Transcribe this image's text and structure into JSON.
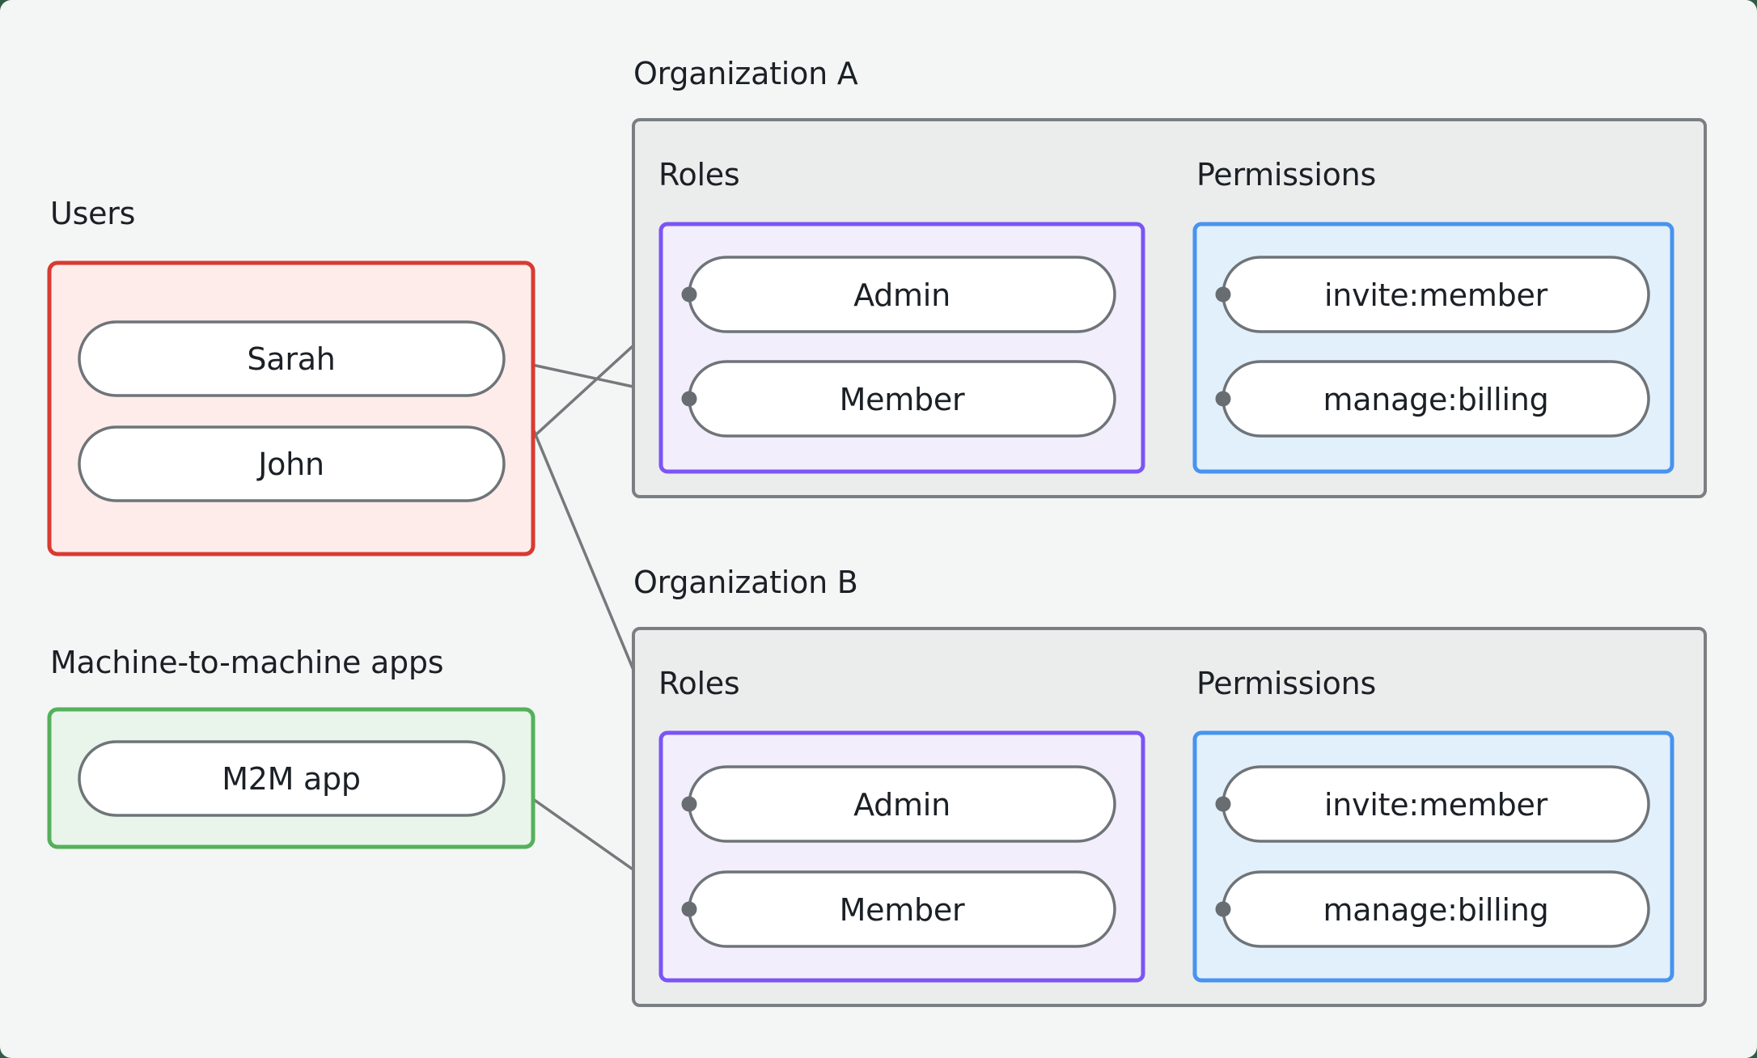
{
  "page": {
    "background_color": "#2f5d44",
    "card_background_color": "#f4f6f5",
    "text_color": "#1b2026"
  },
  "users_group": {
    "label": "Users",
    "border_color": "#d93a31",
    "fill_color": "#fdecea",
    "items": [
      {
        "name": "Sarah"
      },
      {
        "name": "John"
      }
    ]
  },
  "m2m_group": {
    "label": "Machine-to-machine apps",
    "border_color": "#55b05c",
    "fill_color": "#e9f5ea",
    "items": [
      {
        "name": "M2M app"
      }
    ]
  },
  "organizations": [
    {
      "title": "Organization A",
      "roles_label": "Roles",
      "permissions_label": "Permissions",
      "roles": [
        {
          "name": "Admin"
        },
        {
          "name": "Member"
        }
      ],
      "permissions": [
        {
          "name": "invite:member"
        },
        {
          "name": "manage:billing"
        }
      ]
    },
    {
      "title": "Organization B",
      "roles_label": "Roles",
      "permissions_label": "Permissions",
      "roles": [
        {
          "name": "Admin"
        },
        {
          "name": "Member"
        }
      ],
      "permissions": [
        {
          "name": "invite:member"
        },
        {
          "name": "manage:billing"
        }
      ]
    }
  ],
  "styles": {
    "org_box_border": "#7a7f83",
    "org_box_fill": "#ebedec",
    "roles_box_border": "#7b55f5",
    "roles_box_fill": "#f2eefb",
    "permissions_box_border": "#4793f0",
    "permissions_box_fill": "#e2f0fb",
    "node_fill": "#ffffff",
    "node_border": "#6e7478",
    "edge_color": "#74797c",
    "connector_dot_color": "#686d71"
  },
  "connections": [
    {
      "from": "Sarah",
      "to": "Organization A / Member"
    },
    {
      "from": "John",
      "to": "Organization A / Admin"
    },
    {
      "from": "Sarah",
      "to": "Organization B / Admin"
    },
    {
      "from": "M2M app",
      "to": "Organization B / Member"
    },
    {
      "from": "Organization A / Admin",
      "to": "Organization A / invite:member"
    },
    {
      "from": "Organization A / Admin",
      "to": "Organization A / manage:billing"
    },
    {
      "from": "Organization A / Member",
      "to": "Organization A / manage:billing"
    },
    {
      "from": "Organization B / Admin",
      "to": "Organization B / invite:member"
    },
    {
      "from": "Organization B / Admin",
      "to": "Organization B / manage:billing"
    },
    {
      "from": "Organization B / Member",
      "to": "Organization B / manage:billing"
    }
  ]
}
